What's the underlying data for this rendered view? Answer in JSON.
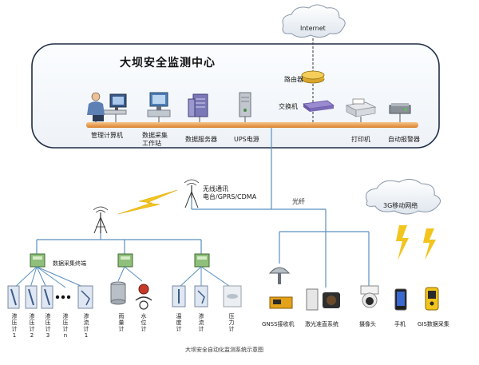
{
  "center_title": "大坝安全监测中心",
  "internet_label": "Internet",
  "router_label": "路由器",
  "switch_label": "交换机",
  "center_devices": [
    {
      "key": "mgmt",
      "label": "管理计算机"
    },
    {
      "key": "daq",
      "label": "数据采集\n工作站"
    },
    {
      "key": "server",
      "label": "数据服务器"
    },
    {
      "key": "ups",
      "label": "UPS电源"
    },
    {
      "key": "printer",
      "label": "打印机"
    },
    {
      "key": "alarm",
      "label": "自动报警器"
    }
  ],
  "wireless_label": "无线通讯\n电台/GPRS/CDMA",
  "fiber_label": "光纤",
  "mobile_cloud_label": "3G移动网络",
  "collector_label": "数据采集终端",
  "sensors_group1": [
    "渗压计1",
    "渗压计2",
    "渗压计3",
    "渗压计n",
    "渗流计1"
  ],
  "sensors_group2": [
    "雨量计",
    "水位计"
  ],
  "sensors_group3": [
    "温度计",
    "渗流计",
    "压力计"
  ],
  "right_devices": [
    "GNSS接收机",
    "激光准直系统",
    "摄像头",
    "手机",
    "GIS数据采集"
  ],
  "caption": "大坝安全自动化监测系统示意图",
  "colors": {
    "panel_border": "#203050",
    "panel_fill": "#f3f6fa",
    "bus": "#e8a04a",
    "line": "#5a8fbf",
    "lightning": "#f0c020"
  }
}
